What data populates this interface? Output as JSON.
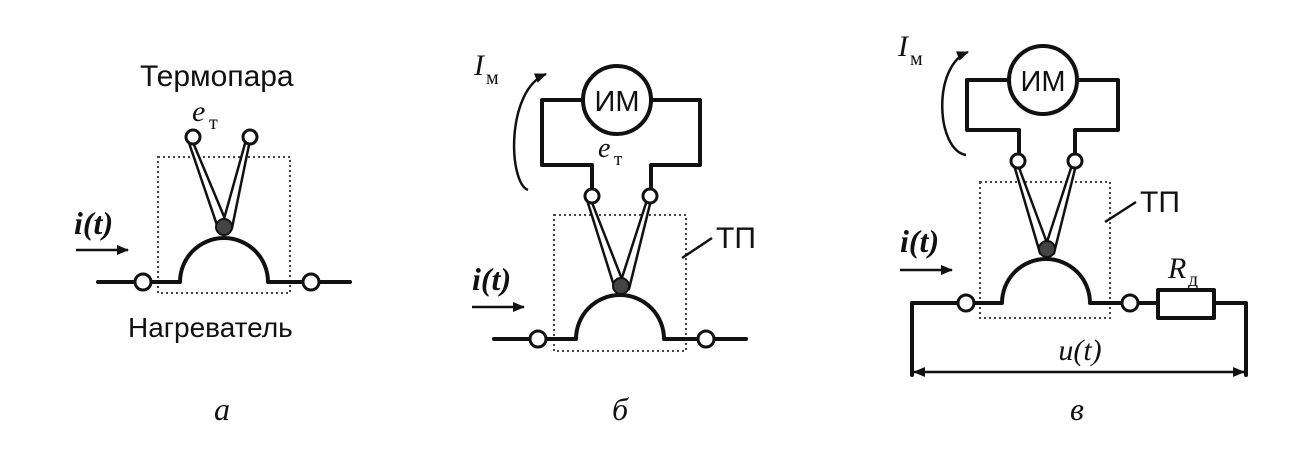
{
  "panel_a": {
    "thermocouple_label": "Термопара",
    "emf_symbol": "e",
    "emf_subscript": "т",
    "current_label": "i(t)",
    "heater_label": "Нагреватель",
    "caption": "а"
  },
  "panel_b": {
    "meter_current_symbol": "I",
    "meter_current_subscript": "м",
    "meter_label": "ИМ",
    "emf_symbol": "e",
    "emf_subscript": "т",
    "converter_label": "ТП",
    "current_label": "i(t)",
    "caption": "б"
  },
  "panel_c": {
    "meter_current_symbol": "I",
    "meter_current_subscript": "м",
    "meter_label": "ИМ",
    "converter_label": "ТП",
    "current_label": "i(t)",
    "resistor_symbol": "R",
    "resistor_subscript": "д",
    "voltage_label": "u(t)",
    "caption": "в"
  }
}
